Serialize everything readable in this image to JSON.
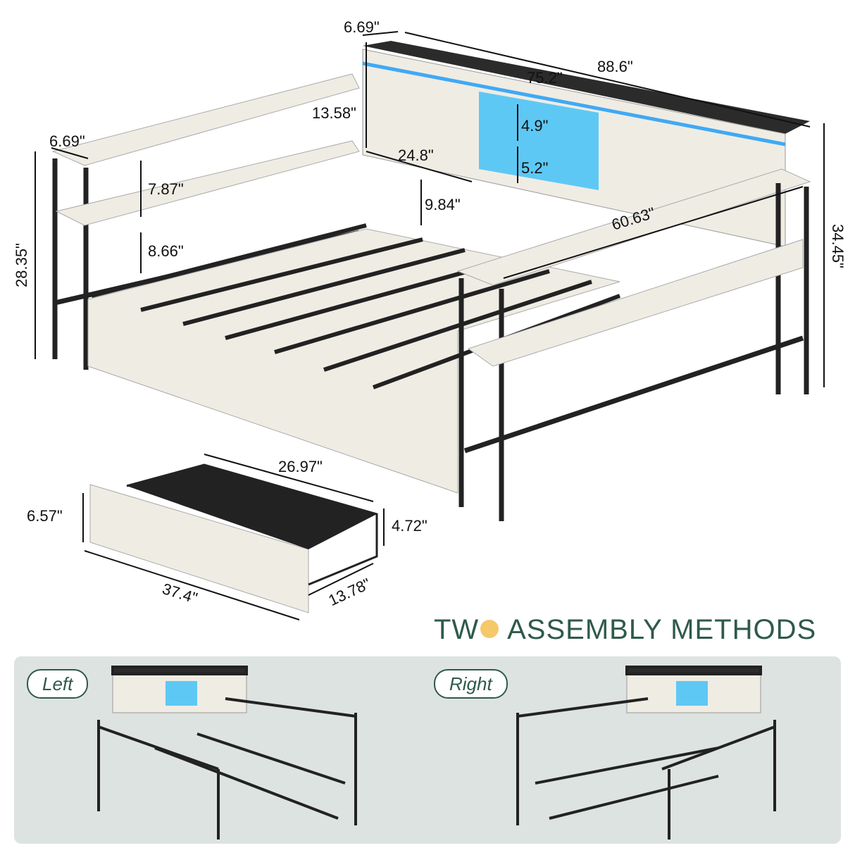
{
  "dimensions": {
    "headboard_depth": "6.69\"",
    "total_length": "88.6\"",
    "inner_headboard": "75.2\"",
    "headboard_height": "13.58\"",
    "side_depth": "6.69\"",
    "cubby_upper": "4.9\"",
    "cubby_width": "24.8\"",
    "cubby_lower": "5.2\"",
    "shelf_gap_upper": "7.87\"",
    "under_shelf": "9.84\"",
    "side_length": "60.63\"",
    "shelf_gap_lower": "8.66\"",
    "side_height": "28.35\"",
    "total_height": "34.45\""
  },
  "drawer": {
    "inner_length": "26.97\"",
    "front_height": "6.57\"",
    "basket_height": "4.72\"",
    "length": "37.4\"",
    "width": "13.78\""
  },
  "assembly": {
    "title_part1": "TW",
    "title_part2": "ASSEMBLY METHODS",
    "left_label": "Left",
    "right_label": "Right"
  },
  "colors": {
    "title": "#2e5a4a",
    "accent_dot": "#f5c86a",
    "panel": "#dde3e1",
    "led": "#3fa9f5",
    "frame": "#222222",
    "wood": "#efece4"
  }
}
